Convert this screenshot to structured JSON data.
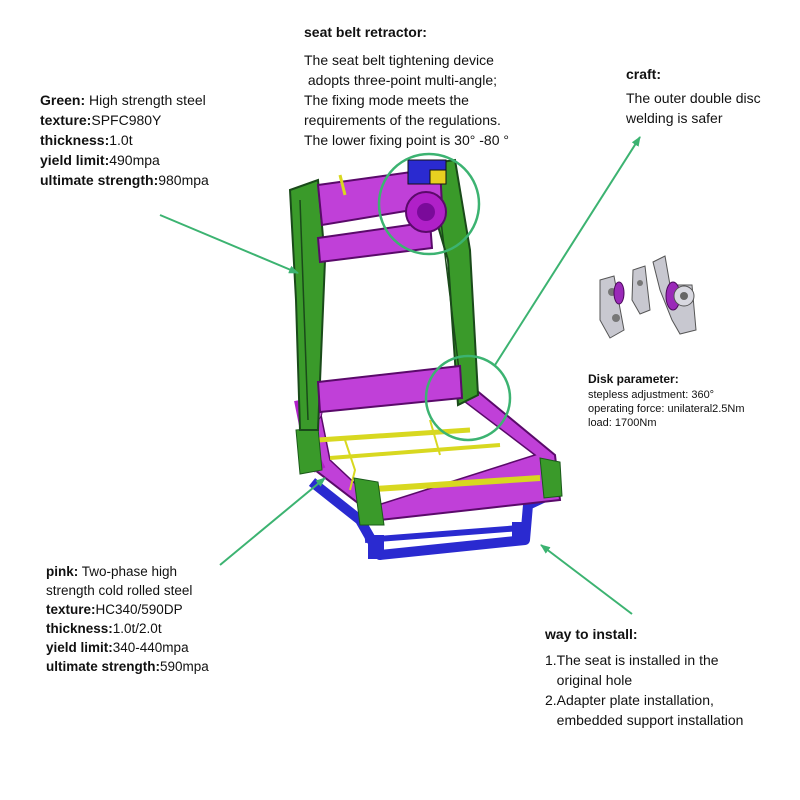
{
  "green_block": {
    "title_label": "Green:",
    "title_value": " High strength steel",
    "rows": [
      {
        "label": "texture:",
        "value": "SPFC980Y"
      },
      {
        "label": "thickness:",
        "value": "1.0t"
      },
      {
        "label": "yield limit:",
        "value": "490mpa"
      },
      {
        "label": "ultimate strength:",
        "value": "980mpa"
      }
    ]
  },
  "retractor": {
    "heading": "seat belt retractor:",
    "lines": [
      "The seat belt tightening device",
      " adopts three-point multi-angle;",
      "The fixing mode meets the",
      "requirements of the regulations.",
      "The lower fixing point is 30° -80 °"
    ]
  },
  "craft": {
    "heading": "craft:",
    "lines": [
      "The outer double disc",
      "welding is safer"
    ]
  },
  "disk": {
    "heading": "Disk parameter:",
    "lines": [
      "stepless adjustment:  360°",
      "operating force:  unilateral2.5Nm",
      "load:  1700Nm"
    ]
  },
  "pink_block": {
    "title_label": "pink:",
    "title_value": " Two-phase high",
    "title_line2": "strength cold rolled steel",
    "rows": [
      {
        "label": "texture:",
        "value": "HC340/590DP"
      },
      {
        "label": "thickness:",
        "value": "1.0t/2.0t"
      },
      {
        "label": "yield limit:",
        "value": "340-440mpa"
      },
      {
        "label": "ultimate strength:",
        "value": "590mpa"
      }
    ]
  },
  "install": {
    "heading": "way to install:",
    "lines": [
      "1.The seat is installed in the",
      "   original hole",
      "2.Adapter plate installation,",
      "   embedded support installation"
    ]
  },
  "colors": {
    "annotation": "#3cb371",
    "frame_green": "#2e8b2e",
    "frame_pink": "#b020c8",
    "frame_blue": "#2a2ad0",
    "bar_yellow": "#d8d820"
  }
}
